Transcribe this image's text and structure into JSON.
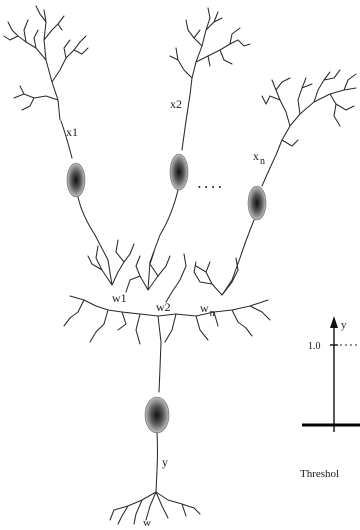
{
  "labels": {
    "x1": "x1",
    "x2": "x2",
    "xn_base": "x",
    "xn_sub": "n",
    "w1": "w1",
    "w2": "w2",
    "wn_base": "w",
    "wn_sub": "n",
    "y": "y",
    "w": "w",
    "dots": "• • • •"
  },
  "inset": {
    "y_axis": "y",
    "tick_value": "1.0",
    "caption": "Threshol"
  },
  "colors": {
    "ink": "#2a2a2a",
    "soma_light": "#cfcfcf",
    "soma_dark": "#1c1c1c"
  }
}
